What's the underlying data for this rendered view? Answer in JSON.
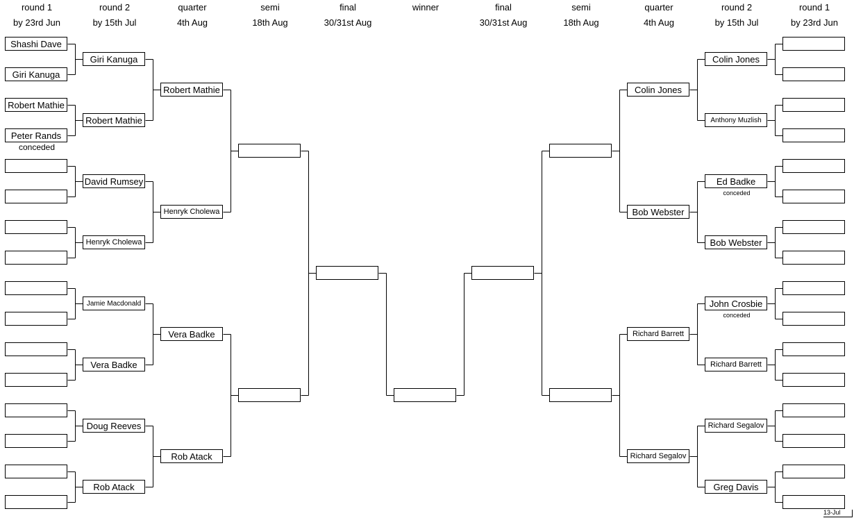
{
  "headers": {
    "left": [
      {
        "round": "round 1",
        "date": "by 23rd Jun"
      },
      {
        "round": "round 2",
        "date": "by 15th Jul"
      },
      {
        "round": "quarter",
        "date": "4th Aug"
      },
      {
        "round": "semi",
        "date": "18th Aug"
      },
      {
        "round": "final",
        "date": "30/31st Aug"
      }
    ],
    "winner": "winner",
    "right": [
      {
        "round": "final",
        "date": "30/31st Aug"
      },
      {
        "round": "semi",
        "date": "18th Aug"
      },
      {
        "round": "quarter",
        "date": "4th Aug"
      },
      {
        "round": "round 2",
        "date": "by 15th Jul"
      },
      {
        "round": "round 1",
        "date": "by 23rd Jun"
      }
    ]
  },
  "left": {
    "round1": [
      "Shashi Dave",
      "Giri Kanuga",
      "Robert Mathie",
      "Peter Rands",
      "",
      "",
      "",
      "",
      "",
      "",
      "",
      "",
      "",
      "",
      "",
      ""
    ],
    "round2": [
      "Giri Kanuga",
      "Robert Mathie",
      "David Rumsey",
      "Henryk Cholewa",
      "Jamie Macdonald",
      "Vera Badke",
      "Doug Reeves",
      "Rob Atack"
    ],
    "quarter": [
      "Robert Mathie",
      "Henryk Cholewa",
      "Vera Badke",
      "Rob Atack"
    ],
    "semi": [
      "",
      ""
    ],
    "final": [
      ""
    ]
  },
  "winner_name": "",
  "right": {
    "final": [
      ""
    ],
    "semi": [
      "",
      ""
    ],
    "quarter": [
      "Colin Jones",
      "Bob Webster",
      "Richard Barrett",
      "Richard Segalov"
    ],
    "round2": [
      "Colin Jones",
      "Anthony Muzlish",
      "Ed Badke",
      "Bob Webster",
      "John Crosbie",
      "Richard Barrett",
      "Richard Segalov",
      "Greg Davis"
    ],
    "round1": [
      "",
      "",
      "",
      "",
      "",
      "",
      "",
      "",
      "",
      "",
      "",
      "",
      "",
      "",
      "",
      ""
    ]
  },
  "notes": {
    "peter_rands": "conceded",
    "ed_badke": "conceded",
    "john_crosbie": "conceded"
  },
  "date_stamp": "13-Jul"
}
